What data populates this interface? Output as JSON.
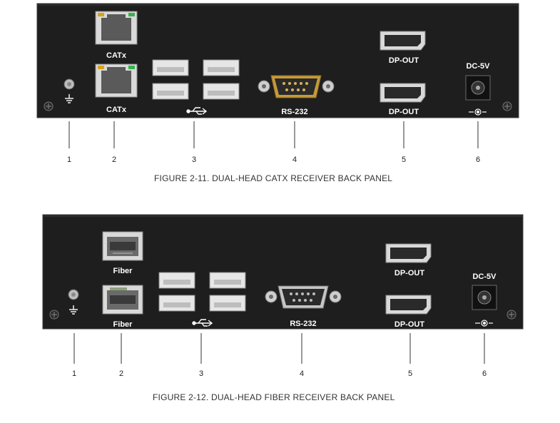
{
  "figures": [
    {
      "caption": "FIGURE 2-11. DUAL-HEAD CATX RECEIVER BACK PANEL",
      "port_labels": {
        "network_top": "CATx",
        "network_bottom": "CATx",
        "rs232": "RS-232",
        "dp_top": "DP-OUT",
        "dp_bottom": "DP-OUT",
        "power": "DC-5V"
      },
      "callouts": [
        "1",
        "2",
        "3",
        "4",
        "5",
        "6"
      ],
      "icons": [
        "ground-icon",
        "usb-icon",
        "dc-polarity-icon"
      ]
    },
    {
      "caption": "FIGURE 2-12. DUAL-HEAD FIBER RECEIVER BACK PANEL",
      "port_labels": {
        "network_top": "Fiber",
        "network_bottom": "Fiber",
        "rs232": "RS-232",
        "dp_top": "DP-OUT",
        "dp_bottom": "DP-OUT",
        "power": "DC-5V"
      },
      "callouts": [
        "1",
        "2",
        "3",
        "4",
        "5",
        "6"
      ],
      "icons": [
        "ground-icon",
        "usb-icon",
        "dc-polarity-icon"
      ]
    }
  ],
  "colors": {
    "chassis": "#1e1e1e",
    "chassis_edge": "#3a3a3a",
    "port_metal": "#cfcfcf",
    "led_amber": "#d4a51c",
    "led_green": "#37b34a",
    "db9_gold": "#c59a3a"
  }
}
